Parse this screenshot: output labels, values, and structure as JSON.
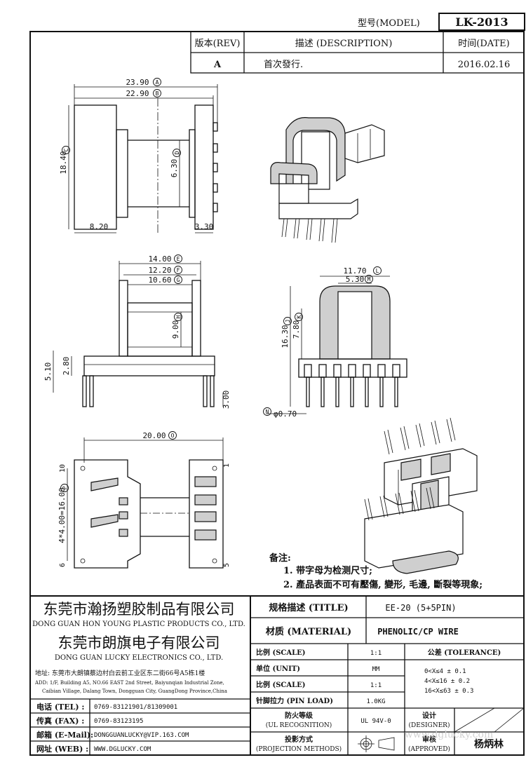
{
  "header": {
    "model_label": "型号(MODEL)",
    "model_value": "LK-2013",
    "rev_label": "版本(REV)",
    "desc_label": "描述 (DESCRIPTION)",
    "date_label": "时间(DATE)",
    "rev_value": "A",
    "desc_value": "首次發行.",
    "date_value": "2016.02.16"
  },
  "dims": {
    "d1": "23.90",
    "d1m": "A",
    "d2": "22.90",
    "d2m": "B",
    "d3": "18.40",
    "d3m": "C",
    "d4": "6.30",
    "d4m": "D",
    "d5": "8.20",
    "d6": "3.30",
    "d7": "14.00",
    "d7m": "E",
    "d8": "12.20",
    "d8m": "F",
    "d9": "10.60",
    "d9m": "G",
    "d10": "9.00",
    "d10m": "H",
    "d11": "2.80",
    "d12": "5.10",
    "d13": "3.00",
    "d14": "11.70",
    "d14m": "L",
    "d15": "5.30",
    "d15m": "M",
    "d16": "16.30",
    "d16m": "J",
    "d17": "7.80",
    "d17m": "K",
    "d18": "φ0.70",
    "d18m": "N",
    "d19": "20.00",
    "d19m": "O",
    "d20": "4*4.00=16.00",
    "d20m": "P",
    "pin1": "1",
    "pin5": "5",
    "pin6": "6",
    "pin10": "10"
  },
  "notes": {
    "title": "备注:",
    "n1": "1. 带字母为检测尺寸;",
    "n2": "2. 產品表面不可有壓傷, 變形, 毛邊, 斷裂等現象;"
  },
  "company": {
    "name1_cn": "东莞市瀚扬塑胶制品有限公司",
    "name1_en": "DONG GUAN HON YOUNG PLASTIC PRODUCTS CO., LTD.",
    "name2_cn": "东莞市朗旗电子有限公司",
    "name2_en": "DONG GUAN LUCKY ELECTRONICS CO., LTD.",
    "addr_cn": "地址: 东莞市大朗镇蔡边村白云前工业区东二街66号A5栋1楼",
    "addr_en1": "ADD: 1/F, Building A5, NO.66 EAST 2nd Street, Baiyunqian Industrial Zone,",
    "addr_en2": "Caibian Village, Dalang Town, Dongguan City, GuangDong Province,China",
    "tel_label": "电话 (TEL) :",
    "tel": "0769-83121901/81309001",
    "fax_label": "传真 (FAX) :",
    "fax": "0769-83123195",
    "mail_label": "邮箱 (E-Mail):",
    "mail": "DONGGUANLUCKY@VIP.163.COM",
    "web_label": "网址 (WEB) :",
    "web": "WWW.DGLUCKY.COM"
  },
  "spec": {
    "title_label": "规格描述 (TITLE)",
    "title_value": "EE-20 (5+5PIN)",
    "material_label": "材质 (MATERIAL)",
    "material_value": "PHENOLIC/CP WIRE",
    "scale_label": "比例 (SCALE)",
    "scale_value": "1:1",
    "tol_label": "公差 (TOLERANCE)",
    "unit_label": "单位 (UNIT)",
    "unit_value": "MM",
    "scale2_label": "比例 (SCALE)",
    "scale2_value": "1:1",
    "tol1": "0<X≤4    ± 0.1",
    "tol2": "4<X≤16   ± 0.2",
    "tol3": "16<X≤63  ± 0.3",
    "pinload_label": "针脚拉力 (PIN LOAD)",
    "pinload_value": "1.0KG",
    "ul_label1": "防火等级",
    "ul_label2": "(UL RECOGNITION)",
    "ul_value": "UL 94V-0",
    "proj_label1": "投影方式",
    "proj_label2": "(PROJECTION METHODS)",
    "designer_label1": "设计",
    "designer_label2": "(DESIGNER)",
    "approved_label1": "审核",
    "approved_label2": "(APPROVED)",
    "approved_value": "杨炳林",
    "watermark": "www.dglucky.com"
  }
}
